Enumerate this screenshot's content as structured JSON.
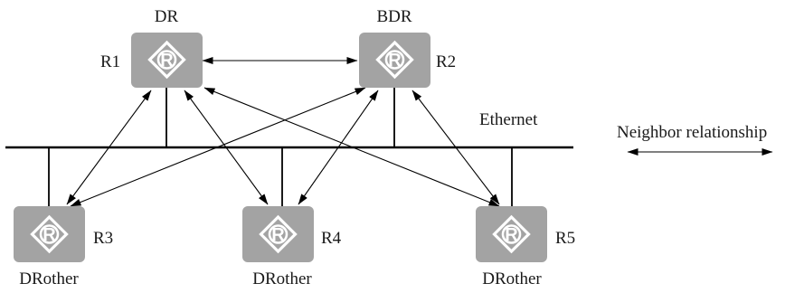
{
  "network_label": "Ethernet",
  "legend": {
    "label": "Neighbor relationship"
  },
  "routers": [
    {
      "id": "R1",
      "name": "R1",
      "role": "DR",
      "icon": "router-icon",
      "letter": "R"
    },
    {
      "id": "R2",
      "name": "R2",
      "role": "BDR",
      "icon": "router-icon",
      "letter": "R"
    },
    {
      "id": "R3",
      "name": "R3",
      "role": "DRother",
      "icon": "router-icon",
      "letter": "R"
    },
    {
      "id": "R4",
      "name": "R4",
      "role": "DRother",
      "icon": "router-icon",
      "letter": "R"
    },
    {
      "id": "R5",
      "name": "R5",
      "role": "DRother",
      "icon": "router-icon",
      "letter": "R"
    }
  ],
  "neighbor_relationships": [
    [
      "R1",
      "R2"
    ],
    [
      "R1",
      "R3"
    ],
    [
      "R1",
      "R4"
    ],
    [
      "R1",
      "R5"
    ],
    [
      "R2",
      "R3"
    ],
    [
      "R2",
      "R4"
    ],
    [
      "R2",
      "R5"
    ]
  ]
}
